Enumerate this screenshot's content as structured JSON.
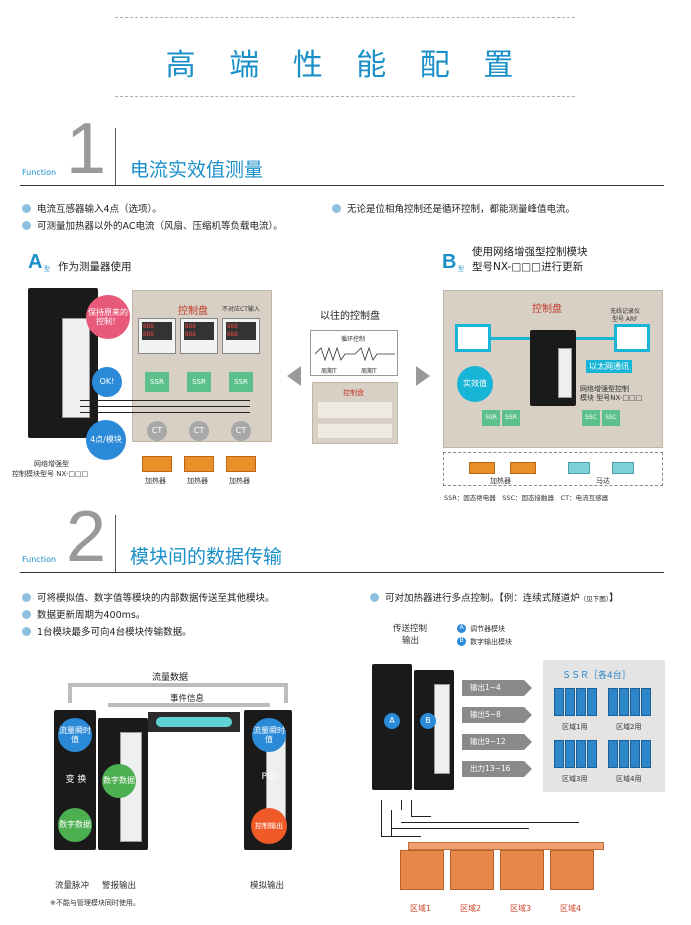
{
  "page_title": "高 端 性 能 配 置",
  "section1": {
    "function_label": "Function",
    "number": "1",
    "title": "电流实效值测量",
    "bullets": [
      "电流互感器输入4点（选项）。",
      "可测量加热器以外的AC电流（风扇、压缩机等负载电流）。",
      "无论是位相角控制还是循环控制，都能测量峰值电流。"
    ],
    "type_a": {
      "letter": "A",
      "suffix": "型",
      "label": "作为测量器使用",
      "panel_title": "控制盘",
      "not_ct": "不对应CT输入",
      "bubble_original": "保持原来的控制！",
      "bubble_ok": "OK!",
      "bubble_4pt": "4点/模块",
      "module_caption_1": "网络增强型",
      "module_caption_2": "控制模块型号 NX-□□□",
      "ssr": "SSR",
      "ct": "CT",
      "heater": "加热器"
    },
    "previous": {
      "label": "以往的控制盘",
      "cycle": "循环控制",
      "period": "周期T",
      "panel_title": "控制盘"
    },
    "type_b": {
      "letter": "B",
      "suffix": "型",
      "label_1": "使用网络增强型控制模块",
      "label_2": "型号NX-□□□进行更新",
      "panel_title": "控制盘",
      "recorder_1": "无线记录仪",
      "recorder_2": "型号 ARF",
      "ethernet": "以太网通讯",
      "effective": "实效值",
      "module_1": "网络增强型控制",
      "module_2": "模块 型号NX-□□□",
      "ssr": "SSR",
      "ssc": "SSC",
      "heater": "加热器",
      "motor": "马达"
    },
    "legend": "SSR：固态继电器　SSC：固态接触器　CT：电流互感器"
  },
  "section2": {
    "function_label": "Function",
    "number": "2",
    "title": "模块间的数据传输",
    "bullets": [
      "可将模拟值、数字值等模块的内部数据传送至其他模块。",
      "数据更新周期为400ms。",
      "1台模块最多可向4台模块传输数据。",
      "可对加热器进行多点控制。【例：连续式隧道炉"
    ],
    "bullet4_small": "（见下图）",
    "bullet4_end": "】",
    "left": {
      "flow_data": "流量数据",
      "event_info": "事件信息",
      "flow_instant": "流量瞬时值",
      "convert": "变 换",
      "digital": "数字数据",
      "pid": "PID",
      "ctrl_out": "控制输出",
      "pulse": "流量脉冲",
      "alarm": "警报输出",
      "analog": "模拟输出",
      "note": "※不能与管理模块同时使用。"
    },
    "right": {
      "send_1": "传送控制",
      "send_2": "输出",
      "legend_a": "调节器模块",
      "legend_b": "数字输出模块",
      "mod_a": "A",
      "mod_b": "B",
      "outputs": [
        "输出1~4",
        "输出5~8",
        "输出9~12",
        "出力13~16"
      ],
      "ssr_title": "ＳＳＲ［各4台］",
      "zones": [
        "区域1用",
        "区域2用",
        "区域3用",
        "区域4用"
      ],
      "furnace_zones": [
        "区域1",
        "区域2",
        "区域3",
        "区域4"
      ]
    }
  }
}
